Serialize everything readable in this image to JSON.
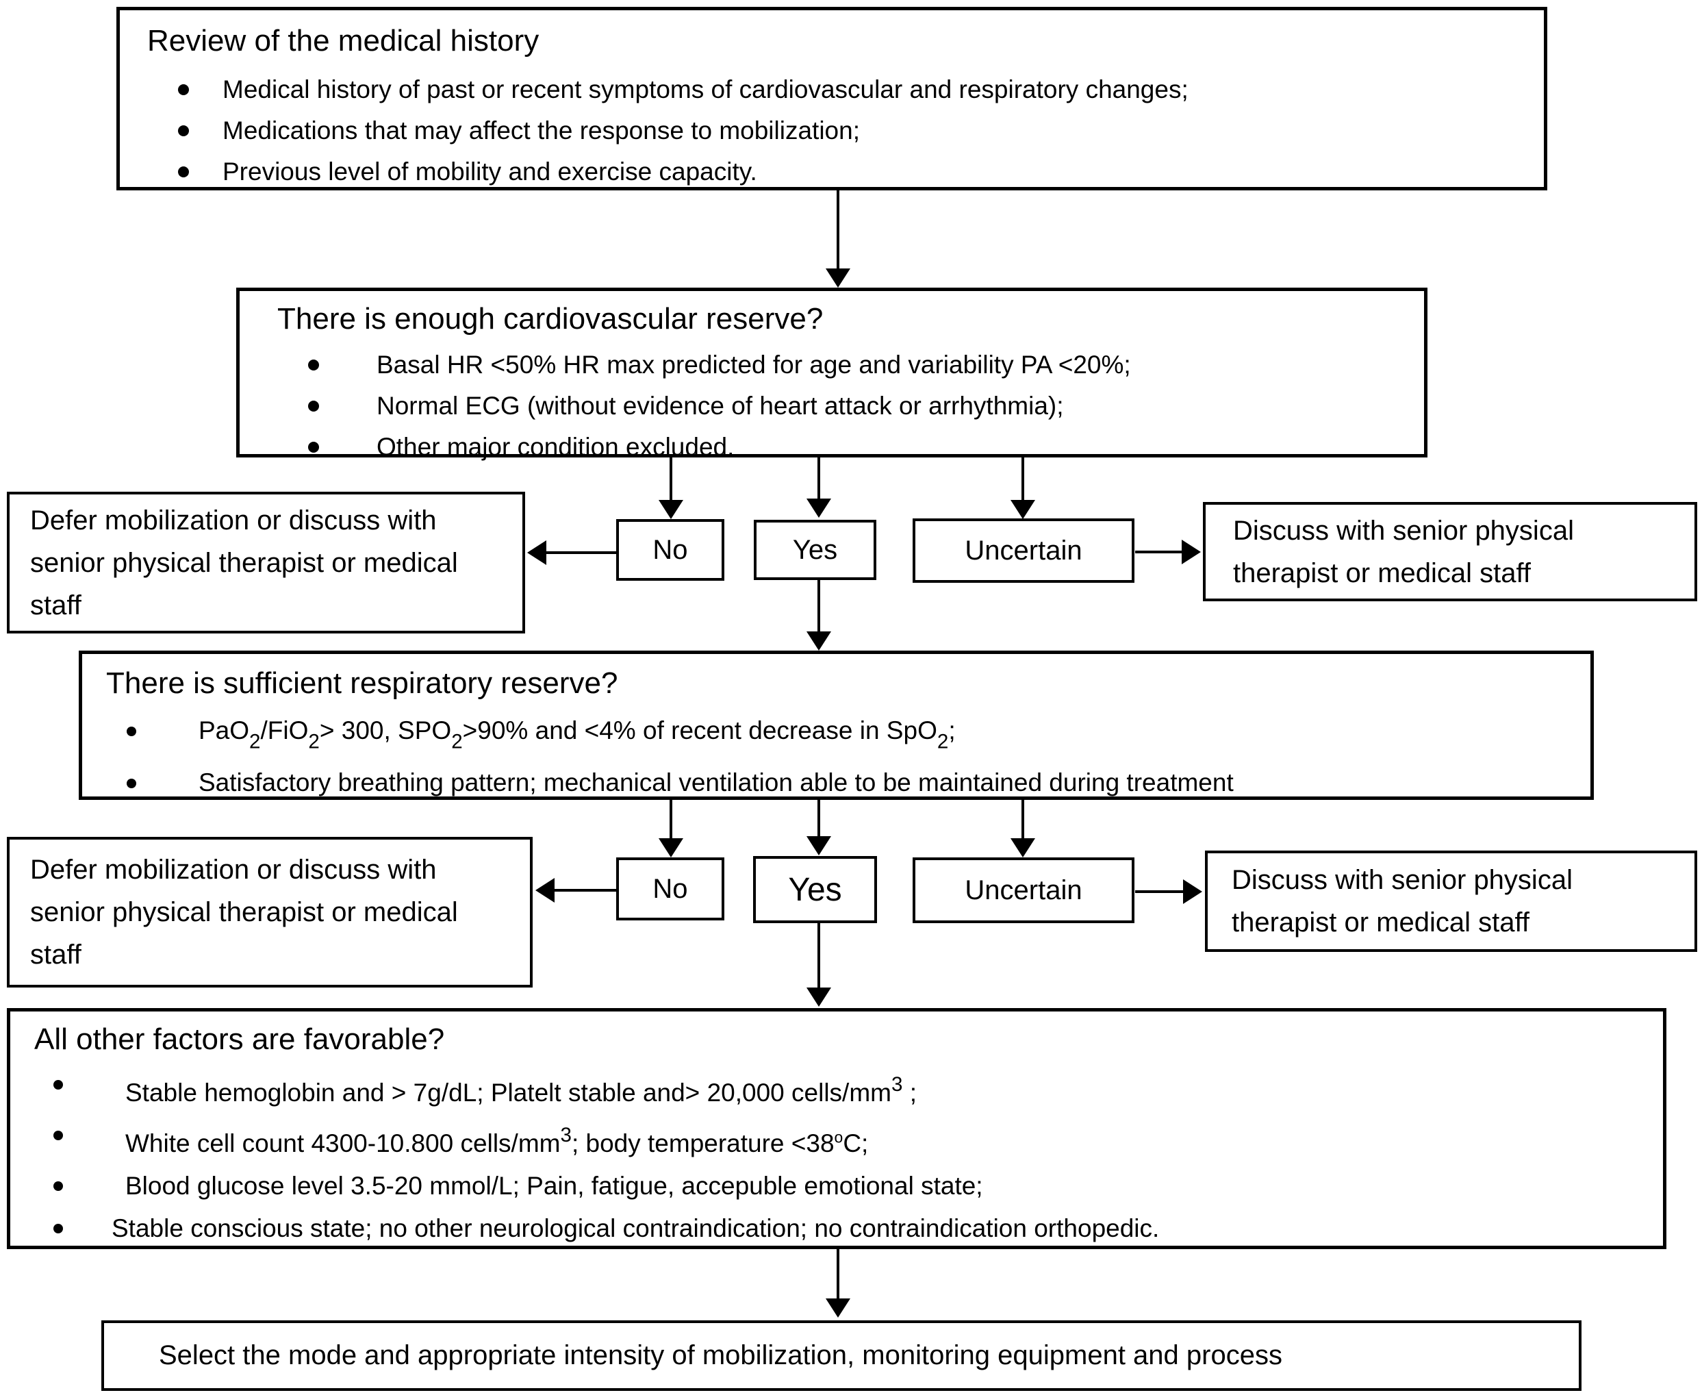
{
  "labels": {
    "no": "No",
    "yes": "Yes",
    "uncertain": "Uncertain",
    "defer": "Defer mobilization or discuss with senior physical therapist or medical staff",
    "discuss": "Discuss with senior physical therapist or medical staff"
  },
  "review": {
    "title": "Review of the medical history",
    "bullets": [
      "Medical history of past or recent symptoms of cardiovascular and respiratory changes;",
      "Medications that may affect the response to mobilization;",
      "Previous level of mobility and exercise capacity."
    ]
  },
  "cardio": {
    "title": "There is enough cardiovascular reserve?",
    "bullets": [
      "Basal HR <50% HR max predicted for age and variability PA <20%;",
      "Normal ECG (without evidence of heart attack or arrhythmia);",
      "Other major condition excluded."
    ]
  },
  "respiratory": {
    "title": "There is sufficient respiratory reserve?",
    "bullets": [
      "PaO₂/FiO₂> 300, SPO₂>90% and <4% of recent decrease in SpO₂;",
      "Satisfactory breathing pattern; mechanical ventilation able to be maintained during treatment"
    ]
  },
  "factors": {
    "title": "All other factors are favorable?",
    "bullets": [
      "Stable hemoglobin and > 7g/dL; Platelt stable and> 20,000 cells/mm³ ;",
      "White cell count 4300-10.800 cells/mm³; body temperature <38ºC;",
      "Blood glucose level 3.5-20 mmol/L; Pain, fatigue, accepuble emotional state;",
      "Stable conscious state; no other neurological contraindication; no contraindication orthopedic."
    ]
  },
  "select": {
    "text": "Select the mode and appropriate intensity of mobilization, monitoring equipment and process"
  }
}
